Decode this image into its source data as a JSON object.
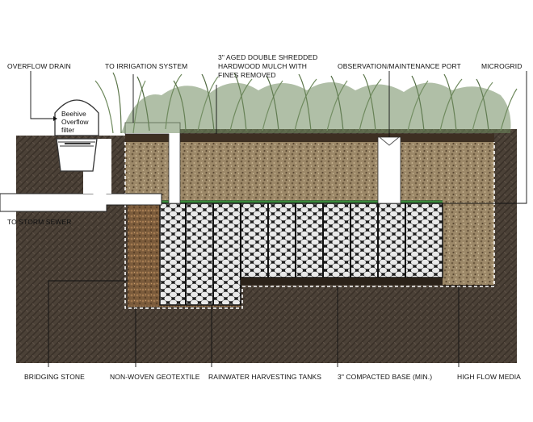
{
  "labels": {
    "overflow_drain": "OVERFLOW DRAIN",
    "to_irrigation": "TO IRRIGATION SYSTEM",
    "mulch_line1": "3\" AGED DOUBLE SHREDDED",
    "mulch_line2": "HARDWOOD MULCH WITH",
    "mulch_line3": "FINES REMOVED",
    "observation_port": "OBSERVATION/MAINTENANCE PORT",
    "microgrid": "MICROGRID",
    "to_storm_sewer": "TO STORM SEWER",
    "bridging_stone": "BRIDGING STONE",
    "non_woven": "NON-WOVEN GEOTEXTILE",
    "tanks": "RAINWATER HARVESTING TANKS",
    "compacted_base": "3\" COMPACTED BASE (MIN.)",
    "high_flow": "HIGH FLOW MEDIA"
  },
  "filter": {
    "line1": "Beehive",
    "line2": "Overflow",
    "line3": "filter"
  },
  "colors": {
    "native_soil": "#4a4036",
    "planting_soil": "#9a8566",
    "bridging_stone": "#7a5a3a",
    "tanks": "#1a1a1a",
    "grass": "#5f7a52",
    "microgrid": "#3c8a3c"
  }
}
